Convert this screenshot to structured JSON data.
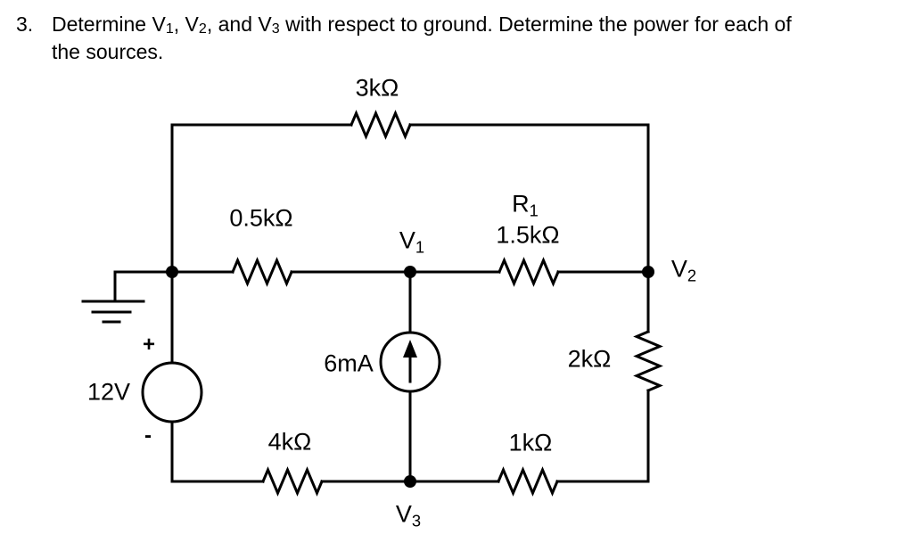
{
  "colors": {
    "ink": "#000000",
    "background": "#ffffff"
  },
  "problem": {
    "number": "3.",
    "segments": [
      "Determine V",
      "1",
      ", V",
      "2",
      ", and V",
      "3",
      " with respect to ground.  Determine the power for each of",
      "the sources."
    ]
  },
  "circuit": {
    "resistors": {
      "top": "3kΩ",
      "mid_left": "0.5kΩ",
      "r1_name_base": "R",
      "r1_name_sub": "1",
      "r1_value": "1.5kΩ",
      "right": "2kΩ",
      "bottom_left": "4kΩ",
      "bottom_right": "1kΩ"
    },
    "sources": {
      "voltage": {
        "label": "12V",
        "plus": "+",
        "minus": "-"
      },
      "current": {
        "label": "6mA"
      }
    },
    "nodes": {
      "v1": {
        "base": "V",
        "sub": "1"
      },
      "v2": {
        "base": "V",
        "sub": "2"
      },
      "v3": {
        "base": "V",
        "sub": "3"
      }
    }
  }
}
